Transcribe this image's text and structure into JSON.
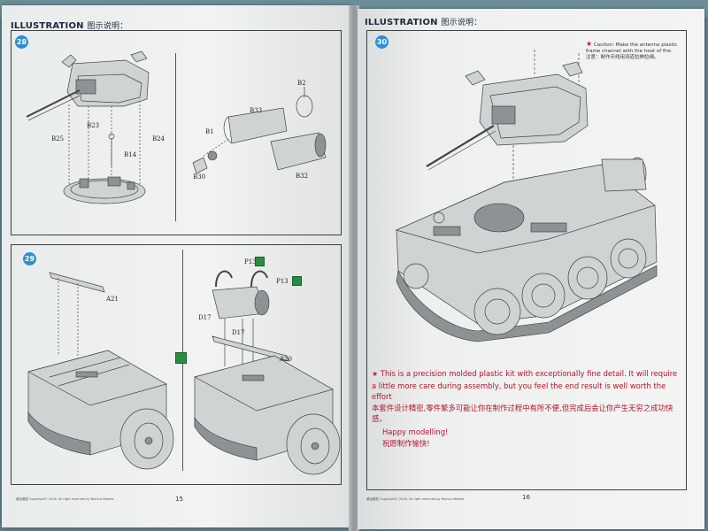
{
  "left_page": {
    "header": "ILLUSTRATION",
    "header_cn": "图示说明：",
    "page_number": "15",
    "footer": "威龙模型  Copyright© 2016. All right reserved by Bronco Models",
    "step28": {
      "number": "28",
      "labels": {
        "b25": "B25",
        "b23": "B23",
        "b24": "B24",
        "b14": "B14",
        "b2": "B2",
        "b33": "B33",
        "b1": "B1",
        "b30": "B30",
        "b32": "B32"
      }
    },
    "step29": {
      "number": "29",
      "labels": {
        "a21": "A21",
        "p13a": "P13",
        "p13b": "P13",
        "d17a": "D17",
        "d17b": "D17",
        "a20": "A20"
      }
    }
  },
  "right_page": {
    "header": "ILLUSTRATION",
    "header_cn": "图示说明：",
    "page_number": "16",
    "footer": "威龙模型  Copyright© 2016. All right reserved by Bronco Models",
    "step30": {
      "number": "30",
      "caution_en_1": "Caution: Make the antenna plastic",
      "caution_en_2": "frame channel with the heat of fire.",
      "caution_cn": "注意：制作天线用流道拉伸拉细。"
    },
    "note_en": "This is a precision molded plastic kit with exceptionally fine detail. It will require a little more care during assembly, but you feel the end result is well worth the effort",
    "note_cn": "本套件设计精密,零件繁多可能让你在制作过程中有所不便,但完成后会让你产生无穷之成功快感。",
    "happy_en": "Happy modelling!",
    "happy_cn": "祝愿制作愉快!"
  },
  "colors": {
    "step_badge": "#2f8fd0",
    "note_text": "#b3132c",
    "star": "#d11111",
    "icon_green": "#2a8d3e"
  }
}
